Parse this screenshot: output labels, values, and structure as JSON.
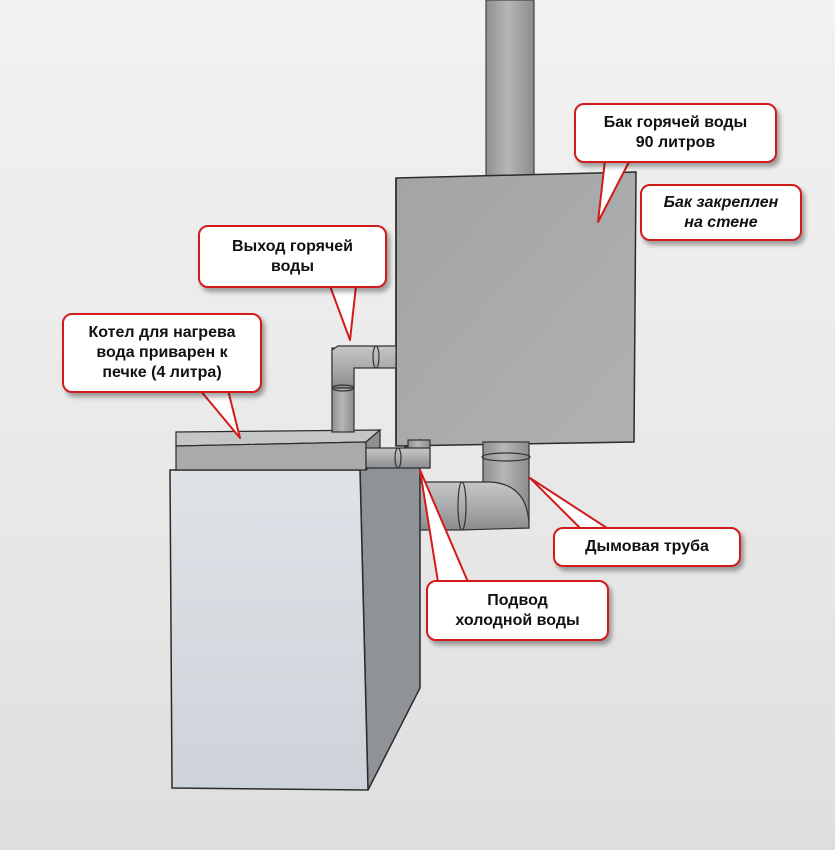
{
  "colors": {
    "callout_border": "#d21b1b",
    "callout_fill": "#ffffff",
    "metal_dark": "#a9aaab",
    "metal_light": "#d9dde1",
    "edge": "#2b2b2b"
  },
  "labels": {
    "tank": "Бак горячей воды\n90 литров",
    "tank_mount": "Бак закреплен\nна стене",
    "hot_outlet": "Выход горячей\nводы",
    "boiler": "Котел для нагрева\nвода приварен к\nпечке (4 литра)",
    "chimney": "Дымовая труба",
    "cold_inlet": "Подвод\nхолодной воды"
  }
}
